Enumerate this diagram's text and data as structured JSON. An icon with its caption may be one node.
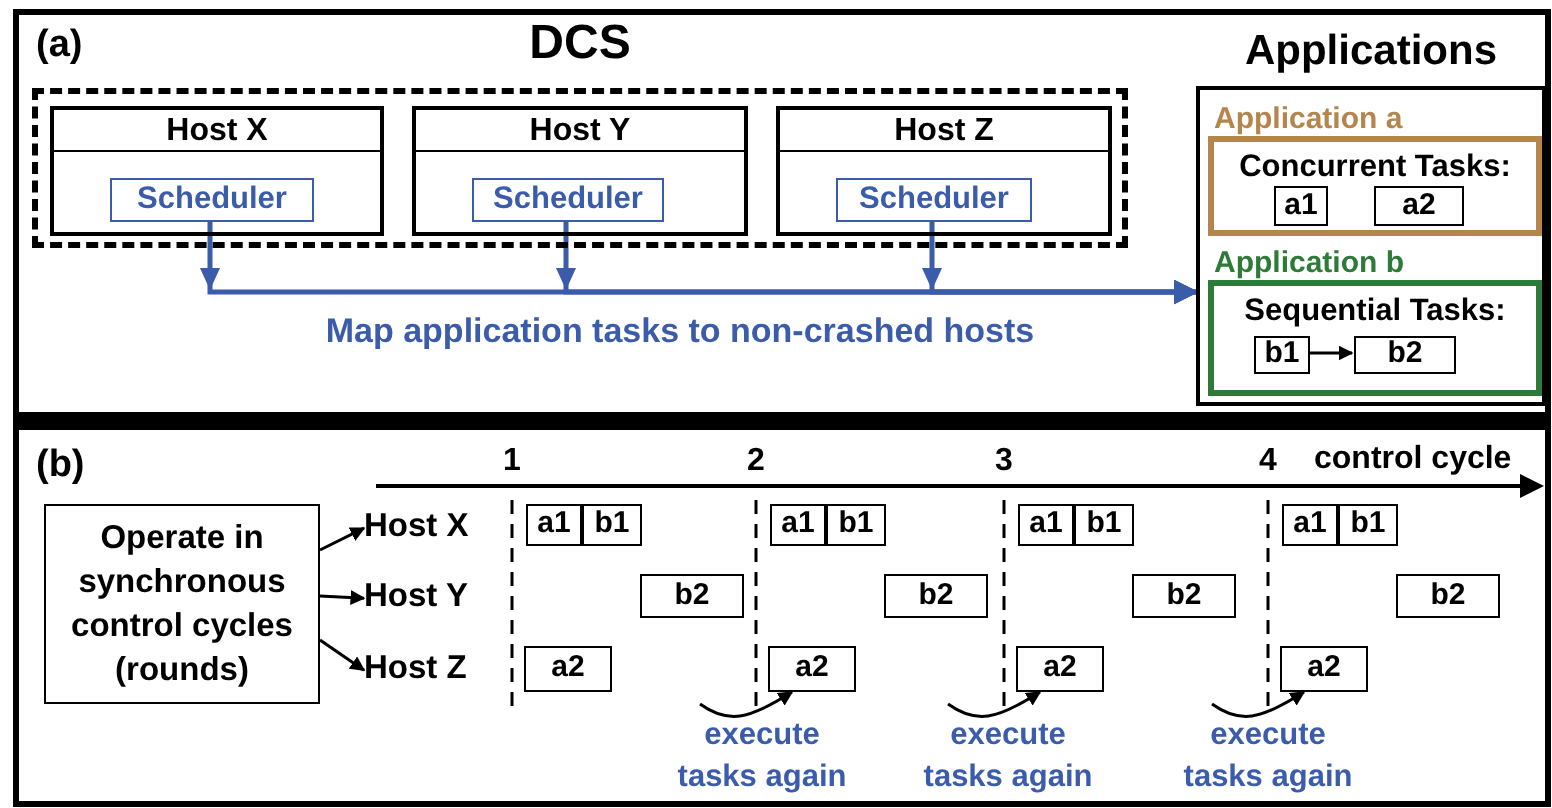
{
  "diagram": {
    "nodes": [
      {
        "text": [
          "DCS"
        ]
      },
      {
        "text": [
          "Host X"
        ],
        "in": 0
      },
      {
        "text": [
          "Scheduler"
        ],
        "in": 1
      },
      {
        "text": [
          "Host Y"
        ],
        "in": 0
      },
      {
        "text": [
          "Scheduler"
        ],
        "in": 3
      },
      {
        "text": [
          "Host Z"
        ],
        "in": 0
      },
      {
        "text": [
          "Scheduler"
        ],
        "in": 5
      },
      {
        "text": [
          "Applications"
        ]
      },
      {
        "text": [
          "Application a",
          "Concurrent Tasks:"
        ],
        "in": 7
      },
      {
        "text": [
          "a1"
        ],
        "in": 8
      },
      {
        "text": [
          "a2"
        ],
        "in": 8
      },
      {
        "text": [
          "Application b",
          "Sequential Tasks:"
        ],
        "in": 7
      },
      {
        "text": [
          "b1"
        ],
        "in": 11
      },
      {
        "text": [
          "b2"
        ],
        "in": 11
      },
      {
        "text": [
          "Operate in synchronous control cycles (rounds)"
        ]
      },
      {
        "text": [
          "Host X"
        ]
      },
      {
        "text": [
          "Host Y"
        ]
      },
      {
        "text": [
          "Host Z"
        ]
      },
      {
        "text": [
          "a1"
        ]
      },
      {
        "text": [
          "b1"
        ]
      },
      {
        "text": [
          "a1"
        ]
      },
      {
        "text": [
          "b1"
        ]
      },
      {
        "text": [
          "a1"
        ]
      },
      {
        "text": [
          "b1"
        ]
      },
      {
        "text": [
          "a1"
        ]
      },
      {
        "text": [
          "b1"
        ]
      },
      {
        "text": [
          "b2"
        ]
      },
      {
        "text": [
          "b2"
        ]
      },
      {
        "text": [
          "b2"
        ]
      },
      {
        "text": [
          "b2"
        ]
      },
      {
        "text": [
          "a2"
        ]
      },
      {
        "text": [
          "a2"
        ]
      },
      {
        "text": [
          "a2"
        ]
      },
      {
        "text": [
          "a2"
        ]
      }
    ],
    "edges": [
      {
        "from": 2,
        "to": 7,
        "arrow": "to",
        "label": "Map application tasks to non-crashed hosts",
        "color": "#3b5bab"
      },
      {
        "from": 4,
        "to": 7,
        "arrow": "to",
        "color": "#3b5bab"
      },
      {
        "from": 6,
        "to": 7,
        "arrow": "to",
        "color": "#3b5bab"
      },
      {
        "from": 12,
        "to": 13,
        "arrow": "to"
      },
      {
        "from": 14,
        "to": 15,
        "arrow": "to"
      },
      {
        "from": 14,
        "to": 16,
        "arrow": "to"
      },
      {
        "from": 14,
        "to": 17,
        "arrow": "to"
      },
      {
        "from": null,
        "to": 31,
        "arrow": "to"
      },
      {
        "from": null,
        "to": 32,
        "arrow": "to"
      },
      {
        "from": null,
        "to": 33,
        "arrow": "to"
      }
    ],
    "labels": [
      "(a)",
      "(b)",
      "1",
      "2",
      "3",
      "4",
      "control cycle",
      "execute tasks again",
      "execute tasks again",
      "execute tasks again"
    ]
  }
}
